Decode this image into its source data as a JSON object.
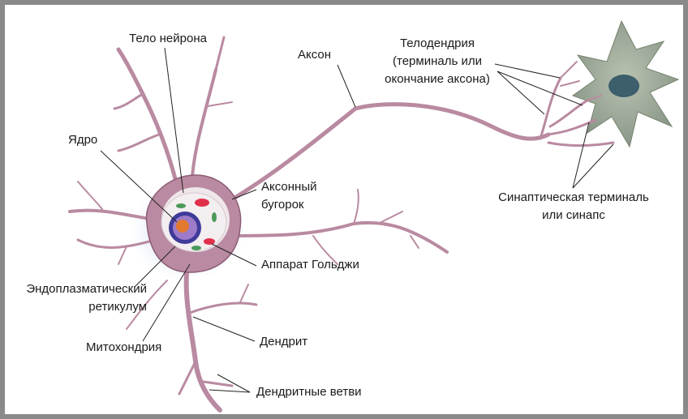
{
  "labels": {
    "cell_body": "Тело нейрона",
    "axon": "Аксон",
    "telodendria_1": "Телодендрия",
    "telodendria_2": "(терминаль или",
    "telodendria_3": "окончание аксона)",
    "nucleus": "Ядро",
    "axon_hillock_1": "Аксонный",
    "axon_hillock_2": "бугорок",
    "synapse_1": "Синаптическая терминаль",
    "synapse_2": "или синапс",
    "golgi": "Аппарат Гольджи",
    "er_1": "Эндоплазматический",
    "er_2": "ретикулум",
    "mitochondria": "Митохондрия",
    "dendrite": "Дендрит",
    "dendrite_branches": "Дендритные ветви"
  },
  "colors": {
    "neuron_body": "#b98aa1",
    "neuron_edge": "#8e5d77",
    "nucleus_ring": "#3e3b9a",
    "nucleolus": "#e37a30",
    "target_cell": "#9aa596",
    "target_nucleus": "#3d5e6b"
  }
}
